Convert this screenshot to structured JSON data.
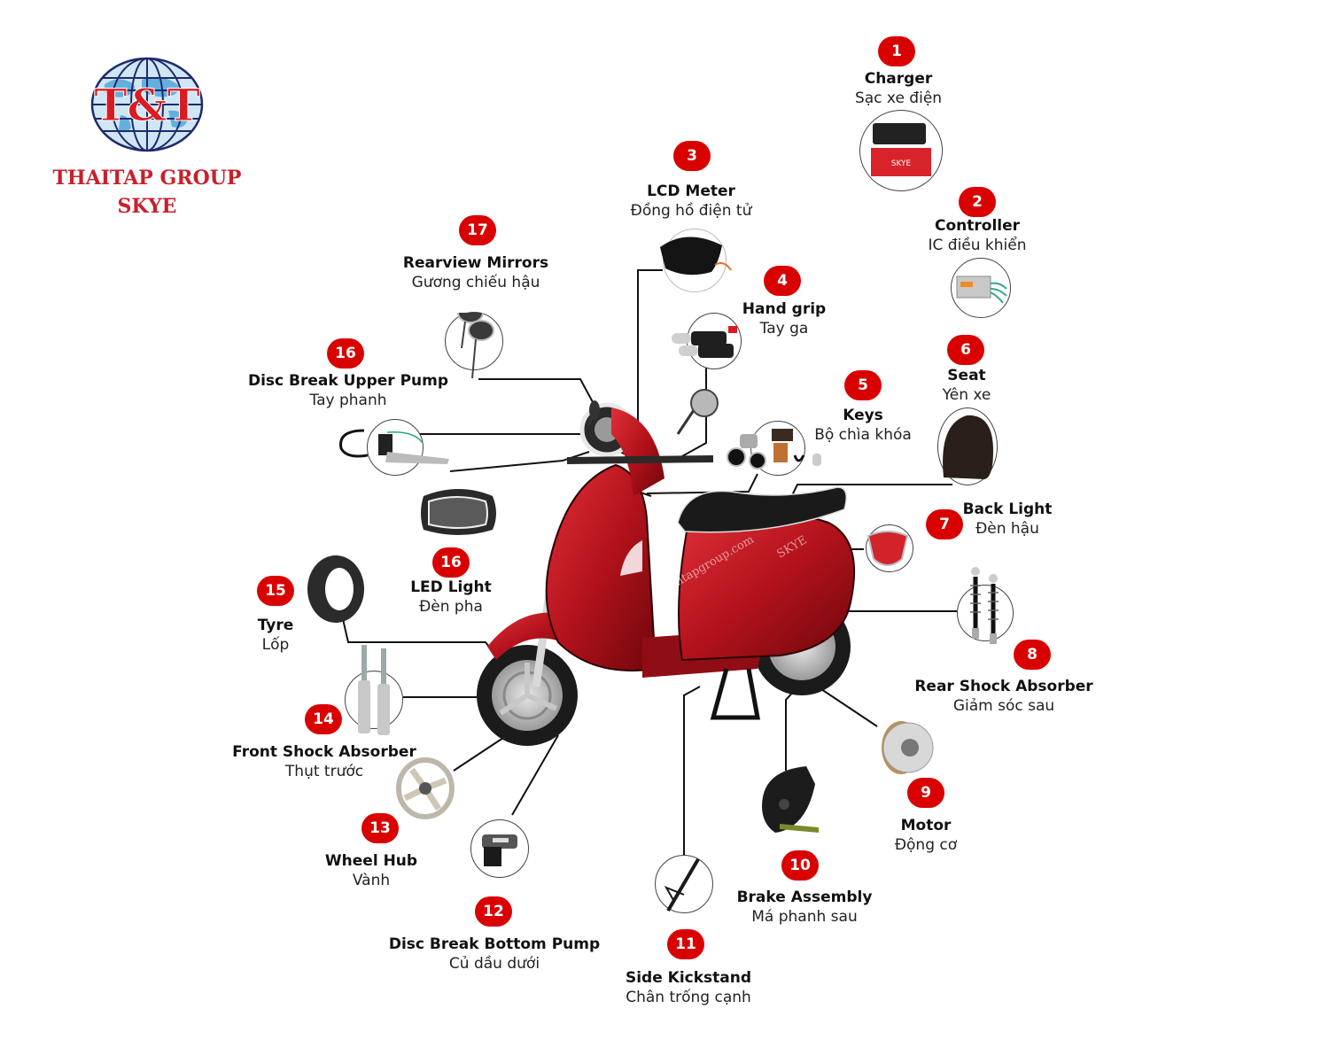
{
  "logo": {
    "mark_text": "T&T",
    "company": "THAITAP GROUP",
    "brand": "SKYE"
  },
  "colors": {
    "badge": "#d90000",
    "logo_red": "#c8202a",
    "logo_navy": "#1f2a6b",
    "scooter_red": "#b3121b"
  },
  "watermarks": [
    "thaitapgroup.com",
    "SKYE"
  ],
  "parts": [
    {
      "number": "1",
      "name_en": "Charger",
      "name_vi": "Sạc xe điện",
      "icon": "charger-icon"
    },
    {
      "number": "2",
      "name_en": "Controller",
      "name_vi": "IC điều khiển",
      "icon": "controller-icon"
    },
    {
      "number": "3",
      "name_en": "LCD Meter",
      "name_vi": "Đồng hồ điện tử",
      "icon": "lcd-meter-icon"
    },
    {
      "number": "4",
      "name_en": "Hand grip",
      "name_vi": "Tay ga",
      "icon": "hand-grip-icon"
    },
    {
      "number": "5",
      "name_en": "Keys",
      "name_vi": "Bộ chìa khóa",
      "icon": "keys-icon"
    },
    {
      "number": "6",
      "name_en": "Seat",
      "name_vi": "Yên xe",
      "icon": "seat-icon"
    },
    {
      "number": "7",
      "name_en": "Back Light",
      "name_vi": "Đèn hậu",
      "icon": "back-light-icon"
    },
    {
      "number": "8",
      "name_en": "Rear Shock Absorber",
      "name_vi": "Giảm sóc sau",
      "icon": "rear-shock-icon"
    },
    {
      "number": "9",
      "name_en": "Motor",
      "name_vi": "Động cơ",
      "icon": "motor-icon"
    },
    {
      "number": "10",
      "name_en": "Brake Assembly",
      "name_vi": "Má phanh sau",
      "icon": "brake-assembly-icon"
    },
    {
      "number": "11",
      "name_en": "Side Kickstand",
      "name_vi": "Chân trống cạnh",
      "icon": "kickstand-icon"
    },
    {
      "number": "12",
      "name_en": "Disc Break Bottom Pump",
      "name_vi": "Củ dầu dưới",
      "icon": "caliper-icon"
    },
    {
      "number": "13",
      "name_en": "Wheel Hub",
      "name_vi": "Vành",
      "icon": "wheel-hub-icon"
    },
    {
      "number": "14",
      "name_en": "Front Shock Absorber",
      "name_vi": "Thụt trước",
      "icon": "front-fork-icon"
    },
    {
      "number": "15",
      "name_en": "Tyre",
      "name_vi": "Lốp",
      "icon": "tyre-icon"
    },
    {
      "number": "16",
      "name_en": "LED Light",
      "name_vi": "Đèn pha",
      "icon": "headlight-icon"
    },
    {
      "number": "16",
      "name_en": "Disc Break Upper Pump",
      "name_vi": "Tay phanh",
      "icon": "brake-lever-icon"
    },
    {
      "number": "17",
      "name_en": "Rearview Mirrors",
      "name_vi": "Gương chiếu hậu",
      "icon": "mirror-icon"
    }
  ]
}
